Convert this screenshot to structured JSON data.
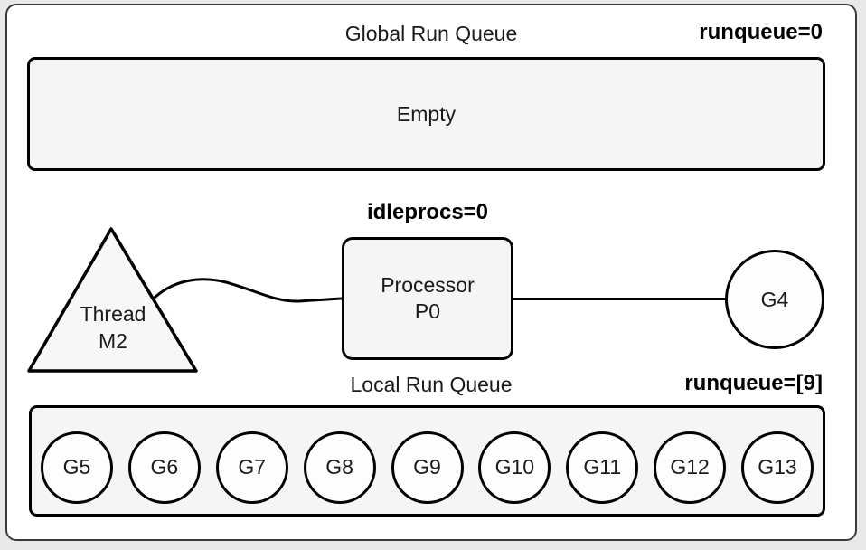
{
  "style": {
    "page_background": "#e9e9e9",
    "frame_border": "#3a3a3a",
    "shape_stroke": "#000000",
    "box_fill": "#f5f5f5",
    "circle_fill": "#fdfdfd",
    "triangle_fill": "#f7f7f7",
    "text_color": "#1a1a1a"
  },
  "global_queue": {
    "title": "Global Run Queue",
    "counter": "runqueue=0",
    "content": "Empty"
  },
  "scheduler": {
    "idleprocs": "idleprocs=0",
    "thread": {
      "shape": "triangle",
      "lines": [
        "Thread",
        "M2"
      ]
    },
    "processor": {
      "shape": "rounded-rectangle",
      "lines": [
        "Processor",
        "P0"
      ]
    },
    "running_goroutine": "G4"
  },
  "local_queue": {
    "title": "Local Run Queue",
    "counter": "runqueue=[9]",
    "goroutines": [
      "G5",
      "G6",
      "G7",
      "G8",
      "G9",
      "G10",
      "G11",
      "G12",
      "G13"
    ]
  }
}
